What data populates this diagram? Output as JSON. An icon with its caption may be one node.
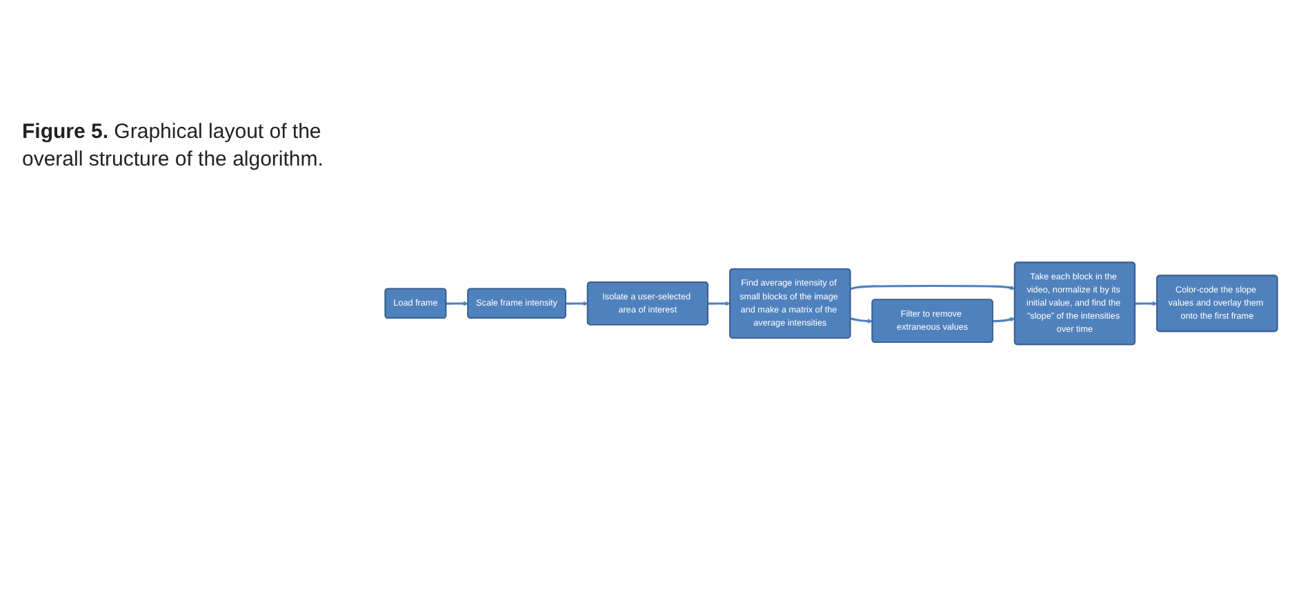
{
  "diagram": {
    "caption": "**Figure 5.** Graphical layout of the overall structure of the algorithm.",
    "nodes": [
      {
        "text": [
          "Load frame"
        ]
      },
      {
        "text": [
          "Scale frame intensity"
        ]
      },
      {
        "text": [
          "Isolate a user-selected area of interest"
        ]
      },
      {
        "text": [
          "Find average intensity of small blocks of the image and make a matrix of the average intensities"
        ]
      },
      {
        "text": [
          "Filter to remove extraneous values"
        ]
      },
      {
        "text": [
          "Take each block in the video, normalize it by its initial value, and find the “slope” of the intensities over time"
        ]
      },
      {
        "text": [
          "Color-code the slope values and overlay them onto the first frame"
        ]
      }
    ],
    "edges": [
      {
        "from": 0,
        "to": 1,
        "arrow": "to"
      },
      {
        "from": 1,
        "to": 2,
        "arrow": "to"
      },
      {
        "from": 2,
        "to": 3,
        "arrow": "to"
      },
      {
        "from": 3,
        "to": 5,
        "arrow": "to"
      },
      {
        "from": 3,
        "to": 4,
        "arrow": "to"
      },
      {
        "from": 4,
        "to": 5,
        "arrow": "to"
      },
      {
        "from": 5,
        "to": 6,
        "arrow": "to"
      }
    ]
  }
}
